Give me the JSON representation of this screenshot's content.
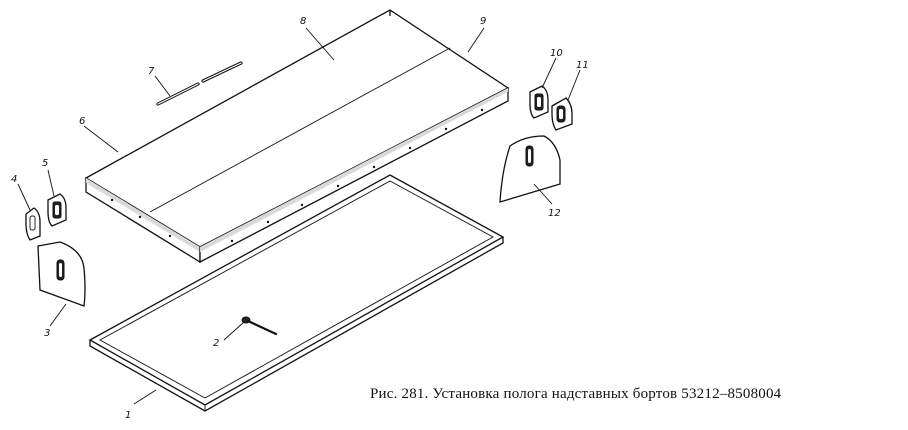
{
  "caption": "Рис. 281. Установка полога надставных бортов 53212–8508004",
  "callouts": {
    "c1": "1",
    "c2": "2",
    "c3": "3",
    "c4": "4",
    "c5": "5",
    "c6": "6",
    "c7": "7",
    "c8": "8",
    "c9": "9",
    "c10": "10",
    "c11": "11",
    "c12": "12"
  }
}
